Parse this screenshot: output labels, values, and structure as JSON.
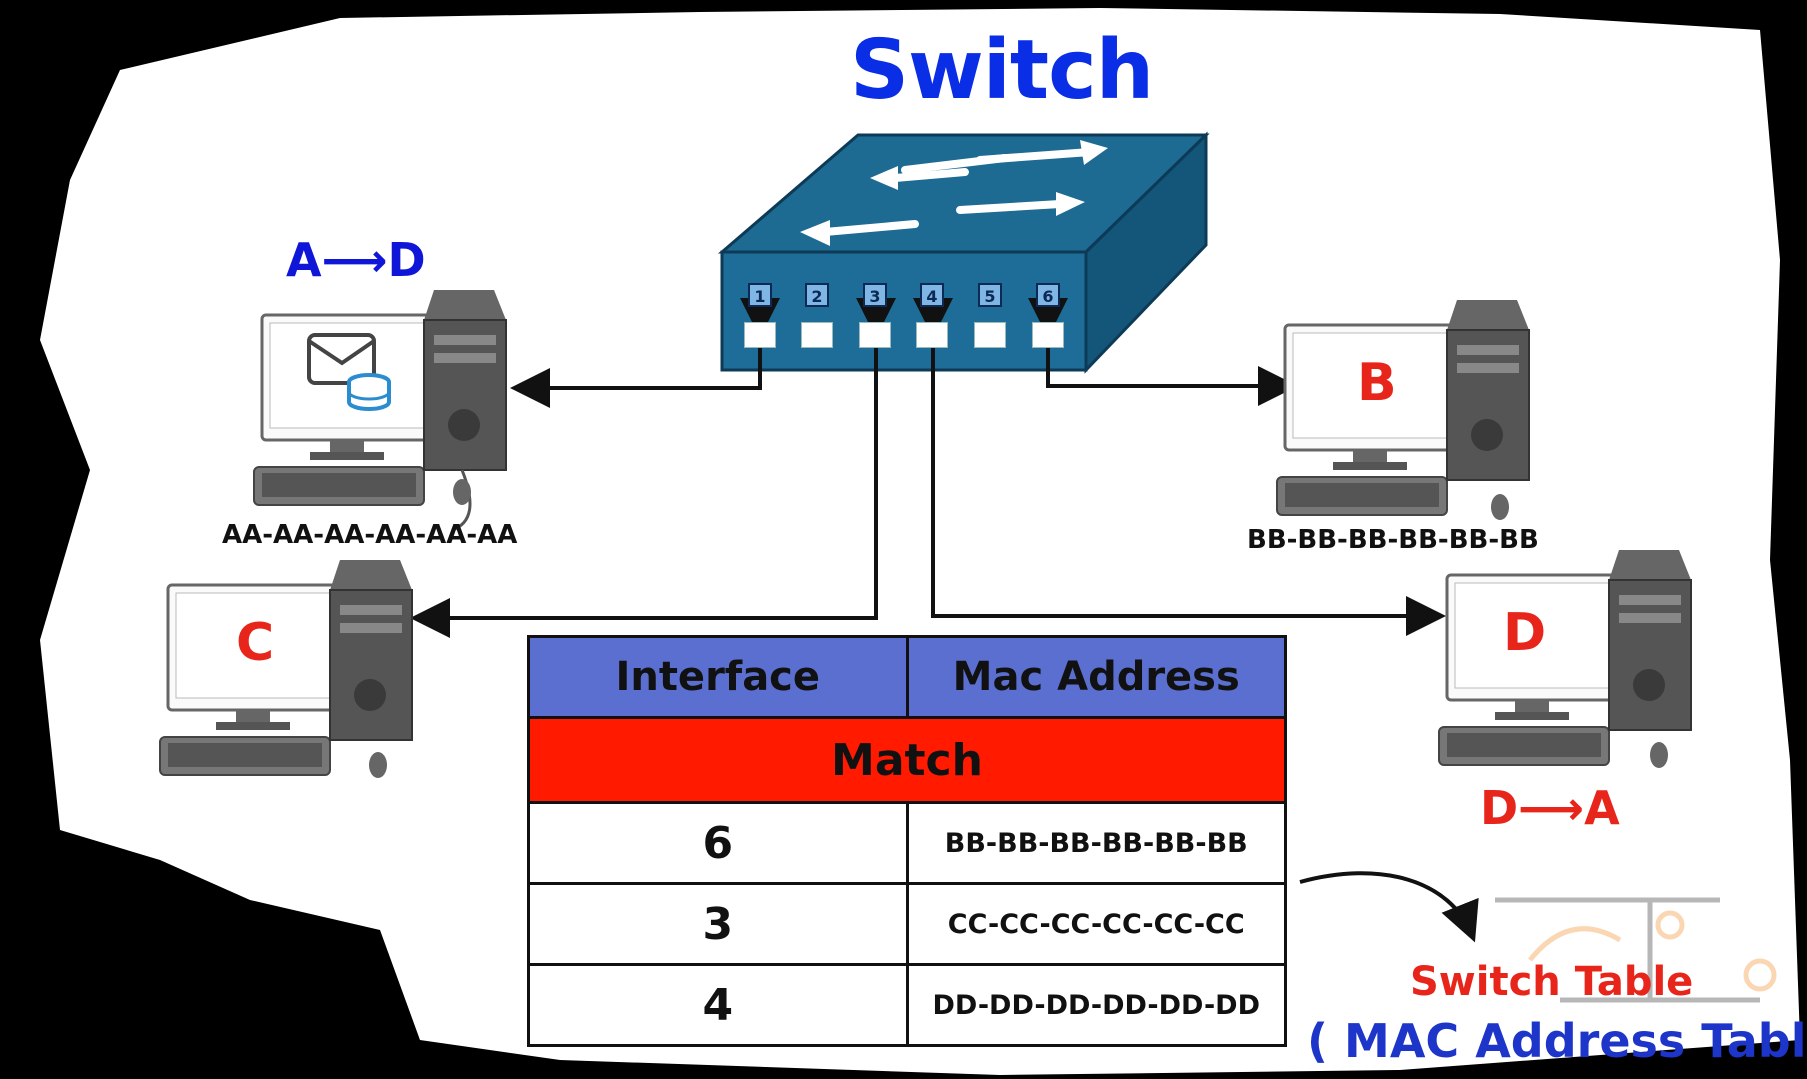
{
  "title": "Switch",
  "flows": {
    "a_to_d": "A⟶D",
    "d_to_a": "D⟶A"
  },
  "hosts": {
    "a": {
      "mac": "AA-AA-AA-AA-AA-AA"
    },
    "b": {
      "name": "B",
      "mac": "BB-BB-BB-BB-BB-BB"
    },
    "c": {
      "name": "C"
    },
    "d": {
      "name": "D"
    }
  },
  "ports": [
    "1",
    "2",
    "3",
    "4",
    "5",
    "6"
  ],
  "table": {
    "headers": [
      "Interface",
      "Mac Address"
    ],
    "match_label": "Match",
    "rows": [
      {
        "interface": "6",
        "mac": "BB-BB-BB-BB-BB-BB"
      },
      {
        "interface": "3",
        "mac": "CC-CC-CC-CC-CC-CC"
      },
      {
        "interface": "4",
        "mac": "DD-DD-DD-DD-DD-DD"
      }
    ]
  },
  "caption": {
    "line1": "Switch Table",
    "line2": "( MAC Address Table )"
  },
  "colors": {
    "switch_top": "#1d6a93",
    "switch_front": "#1e6d98",
    "title_blue": "#0a2ee6",
    "label_red": "#e8251a",
    "header_blue": "#5a6fd0",
    "match_red": "#ff1a00"
  }
}
